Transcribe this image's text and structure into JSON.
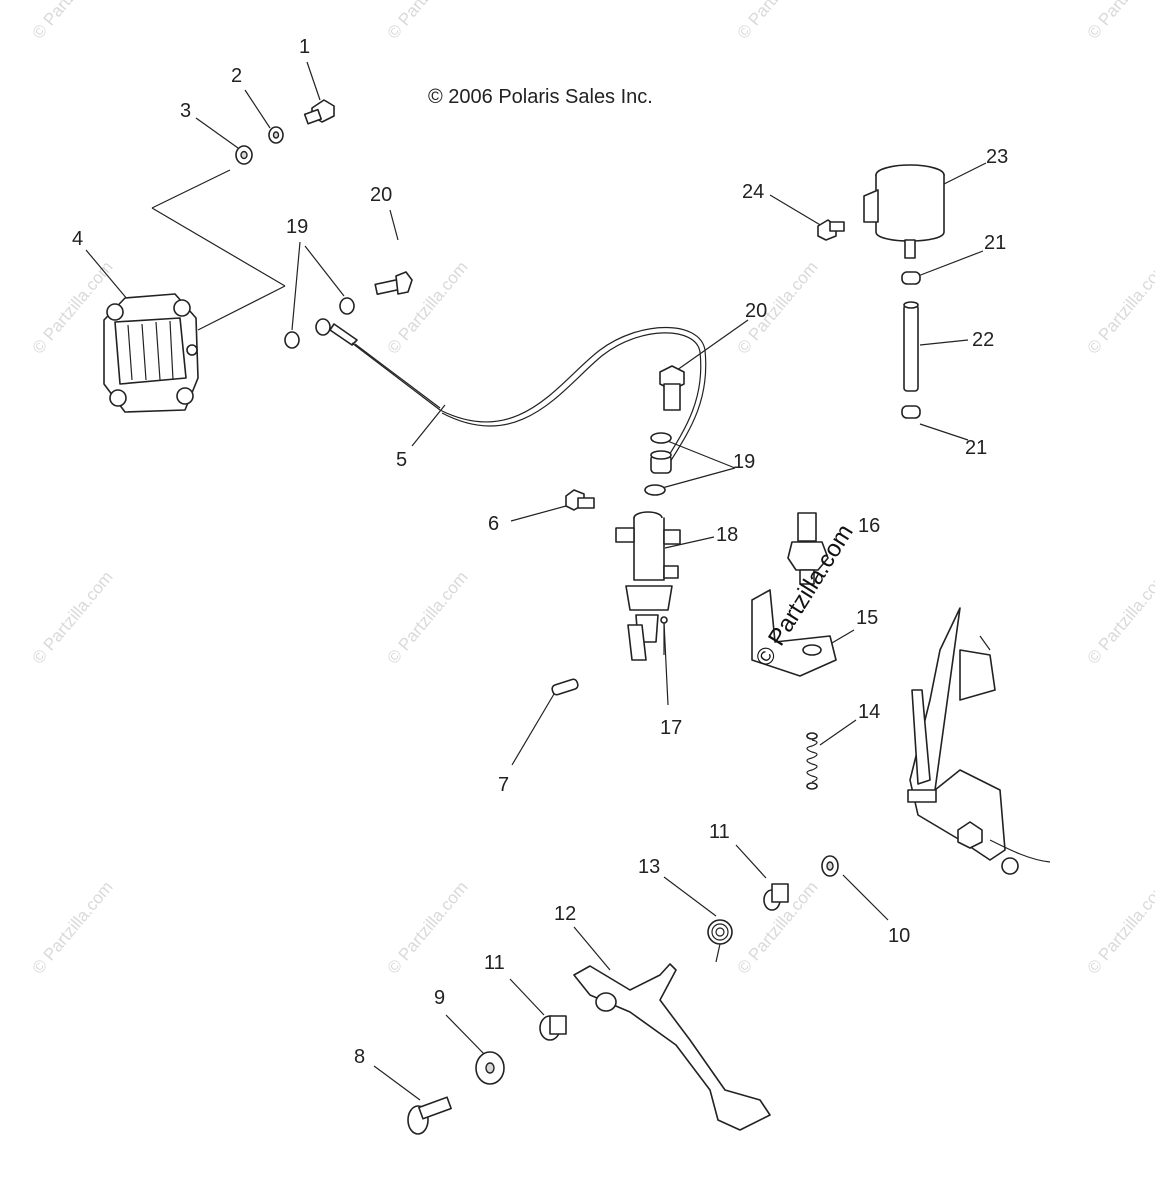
{
  "copyright": "© 2006 Polaris Sales Inc.",
  "stamp": "© Partzilla.com",
  "watermark": "© Partzilla.com",
  "callouts": [
    {
      "id": "c1",
      "label": "1"
    },
    {
      "id": "c2",
      "label": "2"
    },
    {
      "id": "c3",
      "label": "3"
    },
    {
      "id": "c4",
      "label": "4"
    },
    {
      "id": "c5",
      "label": "5"
    },
    {
      "id": "c6",
      "label": "6"
    },
    {
      "id": "c7",
      "label": "7"
    },
    {
      "id": "c8",
      "label": "8"
    },
    {
      "id": "c9",
      "label": "9"
    },
    {
      "id": "c10",
      "label": "10"
    },
    {
      "id": "c11a",
      "label": "11"
    },
    {
      "id": "c11b",
      "label": "11"
    },
    {
      "id": "c12",
      "label": "12"
    },
    {
      "id": "c13",
      "label": "13"
    },
    {
      "id": "c14",
      "label": "14"
    },
    {
      "id": "c15",
      "label": "15"
    },
    {
      "id": "c16",
      "label": "16"
    },
    {
      "id": "c17",
      "label": "17"
    },
    {
      "id": "c18",
      "label": "18"
    },
    {
      "id": "c19a",
      "label": "19"
    },
    {
      "id": "c19b",
      "label": "19"
    },
    {
      "id": "c20a",
      "label": "20"
    },
    {
      "id": "c20b",
      "label": "20"
    },
    {
      "id": "c21a",
      "label": "21"
    },
    {
      "id": "c21b",
      "label": "21"
    },
    {
      "id": "c22",
      "label": "22"
    },
    {
      "id": "c23",
      "label": "23"
    },
    {
      "id": "c24",
      "label": "24"
    }
  ]
}
